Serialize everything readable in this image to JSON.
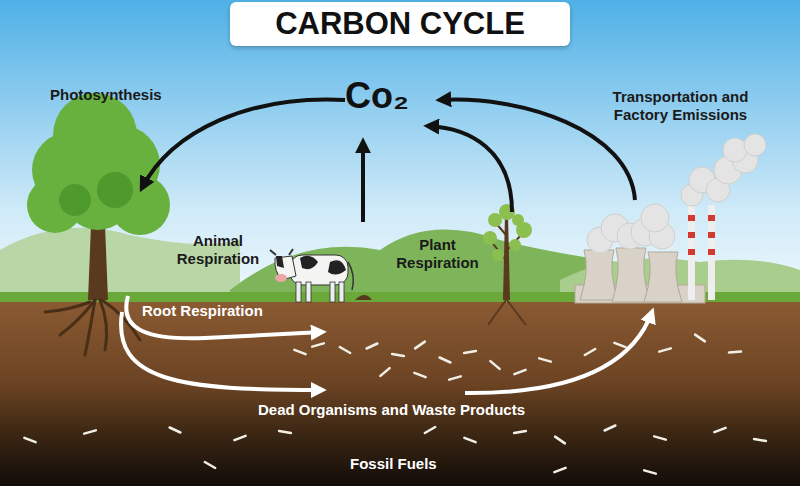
{
  "diagram": {
    "title": "CARBON CYCLE",
    "labels": [
      "Co₂",
      "Photosynthesis",
      "Transportation and Factory Emissions",
      "Animal Respiration",
      "Plant Respiration",
      "Root Respiration",
      "Dead Organisms and Waste Products",
      "Fossil Fuels"
    ]
  }
}
